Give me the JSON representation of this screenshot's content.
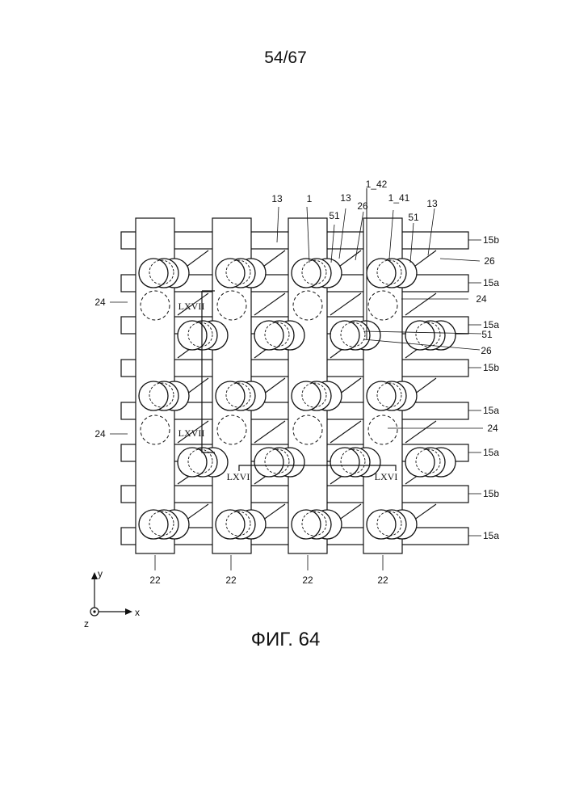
{
  "page_number": "54/67",
  "caption": "ФИГ. 64",
  "labels": {
    "ref_13": "13",
    "ref_1": "1",
    "ref_1_42": "1_42",
    "ref_1_41": "1_41",
    "ref_26": "26",
    "ref_51": "51",
    "ref_24": "24",
    "ref_22": "22",
    "ref_15a": "15a",
    "ref_15b": "15b",
    "section_lxvii": "LXVII",
    "section_lxvi": "LXVI"
  },
  "axes": {
    "x": "x",
    "y": "y",
    "z": "z"
  }
}
